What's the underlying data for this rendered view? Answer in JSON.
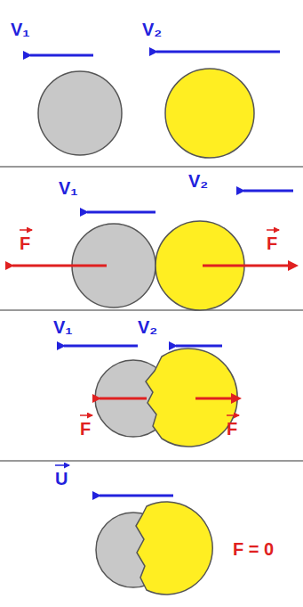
{
  "diagram": {
    "labels": [
      "V₁",
      "V₂",
      "V₁",
      "V₂",
      "F",
      "F",
      "V₁",
      "V₂",
      "F",
      "F",
      "U",
      "F = 0"
    ]
  }
}
